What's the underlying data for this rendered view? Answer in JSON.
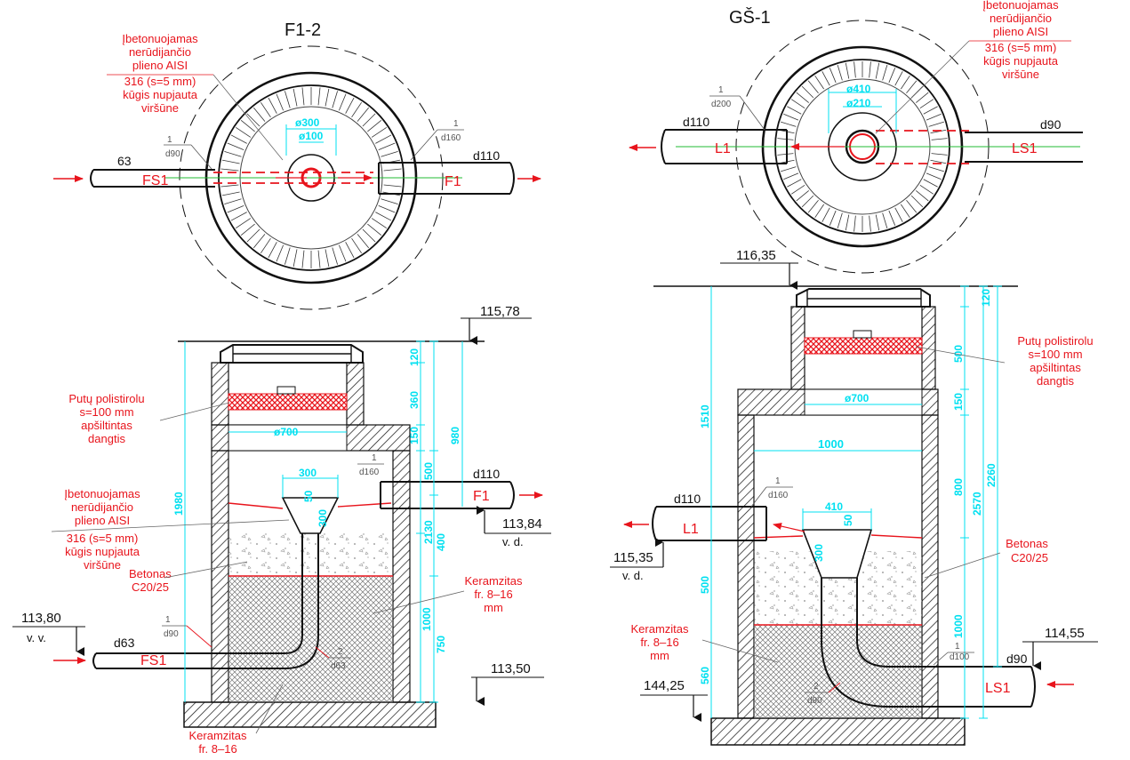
{
  "colors": {
    "accent_red": "#e8141c",
    "dimension_cyan": "#00e0f0",
    "line_black": "#111111",
    "green_axis": "#22bb33"
  },
  "left": {
    "title": "F1-2",
    "cone_note": [
      "Įbetonuojamas",
      "nerūdijančio",
      "plieno   AISI",
      "316  (s=5  mm)",
      "kūgis  nupjauta",
      "viršūne"
    ],
    "cover_note": [
      "Putų polistirolu",
      "s=100  mm",
      "apšiltintas",
      "dangtis"
    ],
    "concrete": [
      "Betonas",
      "C20/25"
    ],
    "keramzit_right": [
      "Keramzitas",
      "fr.  8–16",
      "mm"
    ],
    "keramzit_bottom": [
      "Keramzitas",
      "fr.  8–16"
    ],
    "pipe_in": {
      "size_plan": "63",
      "size_section": "d63",
      "label": "FS1"
    },
    "pipe_out": {
      "size": "d110",
      "label": "F1"
    },
    "plan_dims": {
      "d_outer": "ø300",
      "d_inner": "ø100"
    },
    "sleeves": {
      "s90": [
        "1",
        "d90"
      ],
      "s160": [
        "1",
        "d160"
      ],
      "bend": [
        "2",
        "d63"
      ]
    },
    "levels": {
      "top": "115,78",
      "outlet": "113,84",
      "outlet_note": "v. d.",
      "inlet": "113,80",
      "inlet_note": "v. v.",
      "bottom": "113,50"
    },
    "dims": {
      "d700": "ø700",
      "d120": "120",
      "d360": "360",
      "d150": "150",
      "d500": "500",
      "d400": "400",
      "d1000": "1000",
      "d750": "750",
      "d980": "980",
      "d2130": "2130",
      "d1980": "1980",
      "d300": "300",
      "d50": "50",
      "d300v": "300"
    }
  },
  "right": {
    "title": "GŠ-1",
    "cone_note": [
      "Įbetonuojamas",
      "nerūdijančio",
      "plieno   AISI",
      "316  (s=5  mm)",
      "kūgis  nupjauta",
      "viršūne"
    ],
    "cover_note": [
      "Putų polistirolu",
      "s=100  mm",
      "apšiltintas",
      "dangtis"
    ],
    "concrete": [
      "Betonas",
      "C20/25"
    ],
    "keramzit": [
      "Keramzitas",
      "fr.  8–16",
      "mm"
    ],
    "pipe_out": {
      "size": "d110",
      "label": "L1"
    },
    "pipe_in": {
      "size": "d90",
      "label": "LS1"
    },
    "plan_dims": {
      "d_outer": "ø410",
      "d_inner": "ø210"
    },
    "sleeves": {
      "s200": [
        "1",
        "d200"
      ],
      "s160": [
        "1",
        "d160"
      ],
      "s100": [
        "1",
        "d100"
      ],
      "bend": [
        "2",
        "d90"
      ]
    },
    "levels": {
      "top": "116,35",
      "outlet": "115,35",
      "outlet_note": "v. d.",
      "inlet": "114,55",
      "bottom": "144,25"
    },
    "dims": {
      "d700": "ø700",
      "d1000": "1000",
      "d410": "410",
      "d50": "50",
      "d300": "300",
      "d120": "120",
      "d500a": "500",
      "d150": "150",
      "d800": "800",
      "d1000v": "1000",
      "d2570": "2570",
      "d2260": "2260",
      "d1510": "1510",
      "d500b": "500",
      "d560": "560"
    }
  }
}
